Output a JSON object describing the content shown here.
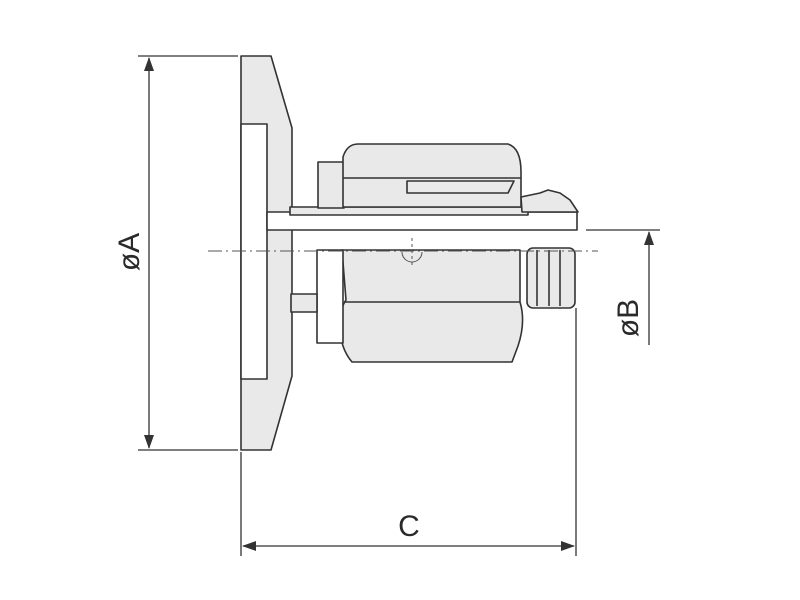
{
  "drawing": {
    "dimensions": {
      "diameter_a": "øA",
      "diameter_b": "øB",
      "length_c": "C"
    }
  },
  "colors": {
    "line": "#333333",
    "part_fill": "#e9e9e9",
    "background": "#ffffff"
  }
}
